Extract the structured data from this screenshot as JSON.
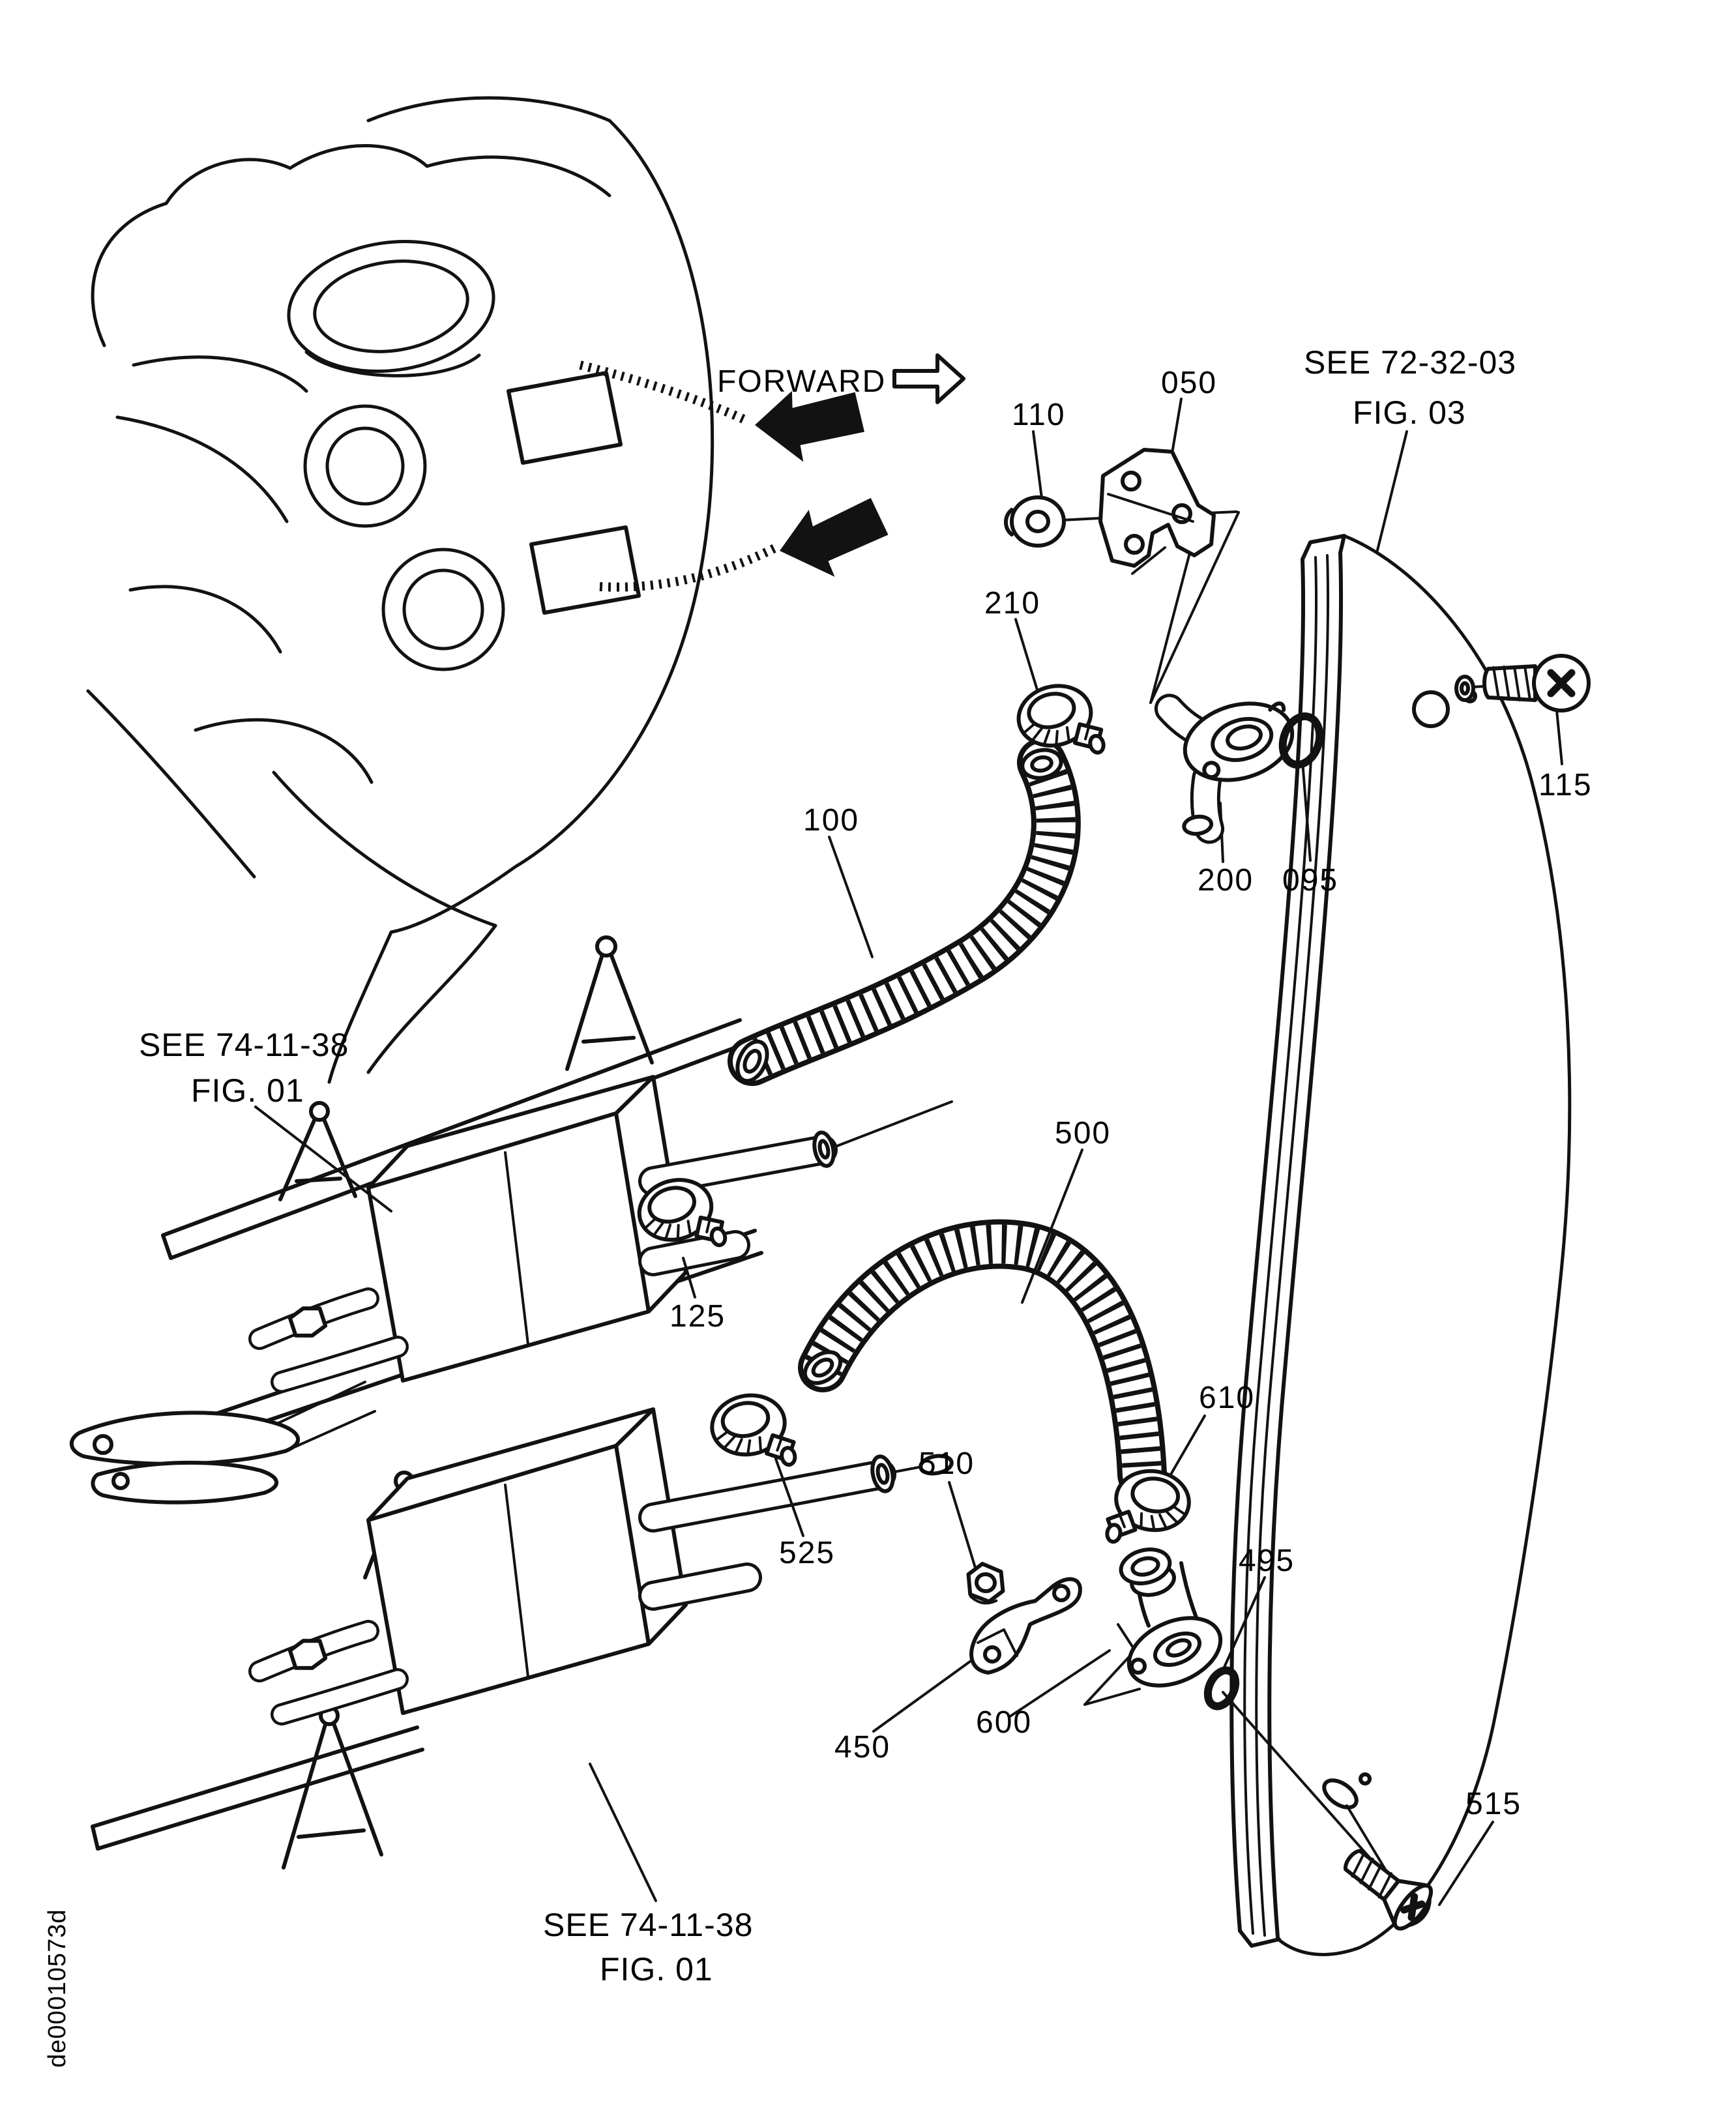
{
  "page": {
    "background": "#ffffff",
    "line_color": "#121212",
    "text_color": "#000000"
  },
  "doc_code": "de00010573d",
  "orientation_label": "FORWARD",
  "references": {
    "top_right": {
      "see": "SEE 72-32-03",
      "fig": "FIG. 03"
    },
    "left": {
      "see": "SEE 74-11-38",
      "fig": "FIG. 01"
    },
    "bottom": {
      "see": "SEE 74-11-38",
      "fig": "FIG. 01"
    }
  },
  "callouts": {
    "c050": "050",
    "c095": "095",
    "c100": "100",
    "c110": "110",
    "c115": "115",
    "c125": "125",
    "c200": "200",
    "c210": "210",
    "c450": "450",
    "c495": "495",
    "c500": "500",
    "c510": "510",
    "c515": "515",
    "c525": "525",
    "c600": "600",
    "c610": "610"
  }
}
